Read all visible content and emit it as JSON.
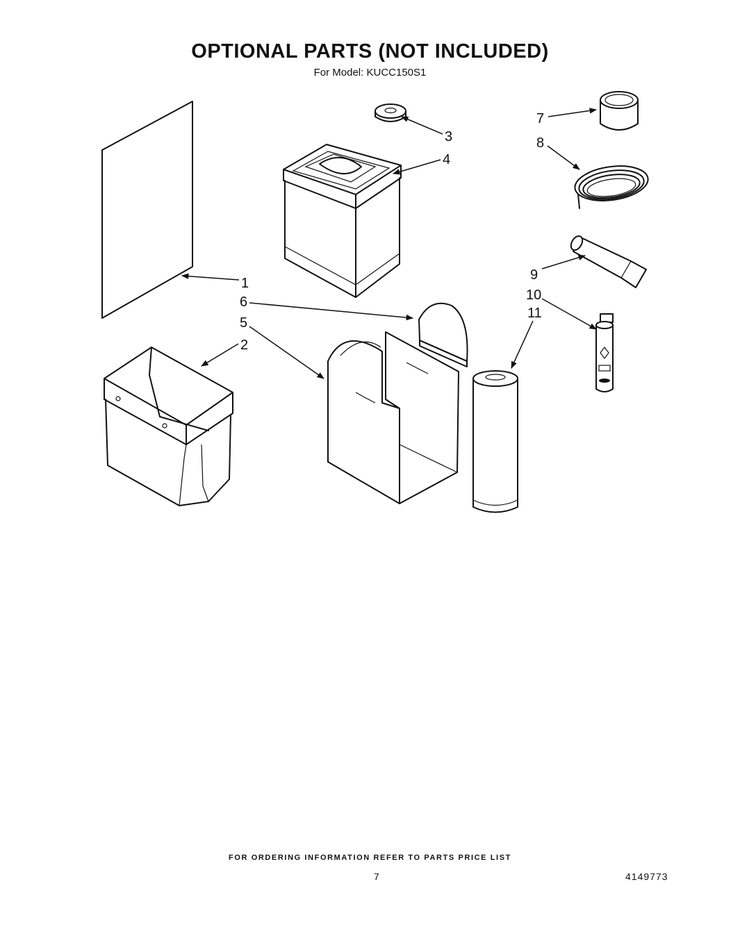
{
  "header": {
    "title": "OPTIONAL PARTS (NOT INCLUDED)",
    "model_prefix": "For Model:",
    "model": "KUCC150S1"
  },
  "callouts": {
    "c1": "1",
    "c2": "2",
    "c3": "3",
    "c4": "4",
    "c5": "5",
    "c6": "6",
    "c7": "7",
    "c8": "8",
    "c9": "9",
    "c10": "10",
    "c11": "11"
  },
  "footer": {
    "note": "FOR ORDERING INFORMATION REFER TO PARTS PRICE LIST",
    "page_number": "7",
    "doc_number": "4149773"
  }
}
